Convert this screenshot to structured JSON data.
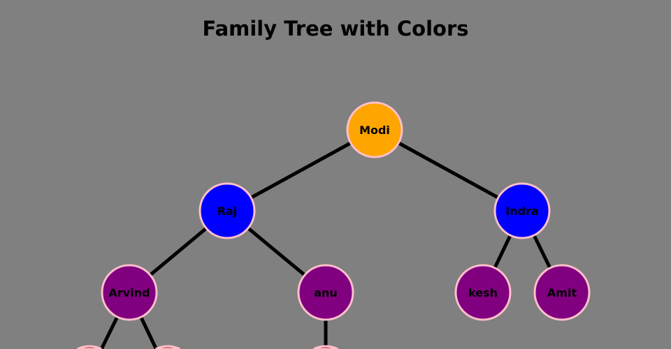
{
  "title": "Family Tree with Colors",
  "colors": {
    "root": "#ffa500",
    "level1": "#0000ff",
    "level2": "#800080",
    "level3": "#b22222",
    "border": "#ffc0cb",
    "edge": "#000000"
  },
  "nodes": [
    {
      "id": "modi",
      "label": "Modi",
      "level": "root"
    },
    {
      "id": "raj",
      "label": "Raj",
      "level": "level1",
      "parent": "modi"
    },
    {
      "id": "indra",
      "label": "Indra",
      "level": "level1",
      "parent": "modi"
    },
    {
      "id": "arvind",
      "label": "Arvind",
      "level": "level2",
      "parent": "raj"
    },
    {
      "id": "anu",
      "label": "anu",
      "level": "level2",
      "parent": "raj"
    },
    {
      "id": "kesh",
      "label": "kesh",
      "level": "level2",
      "parent": "indra"
    },
    {
      "id": "amit",
      "label": "Amit",
      "level": "level2",
      "parent": "indra"
    },
    {
      "id": "c1",
      "label": "",
      "level": "level3",
      "parent": "arvind"
    },
    {
      "id": "c2",
      "label": "",
      "level": "level3",
      "parent": "arvind"
    },
    {
      "id": "c3",
      "label": "",
      "level": "level3",
      "parent": "anu"
    }
  ]
}
